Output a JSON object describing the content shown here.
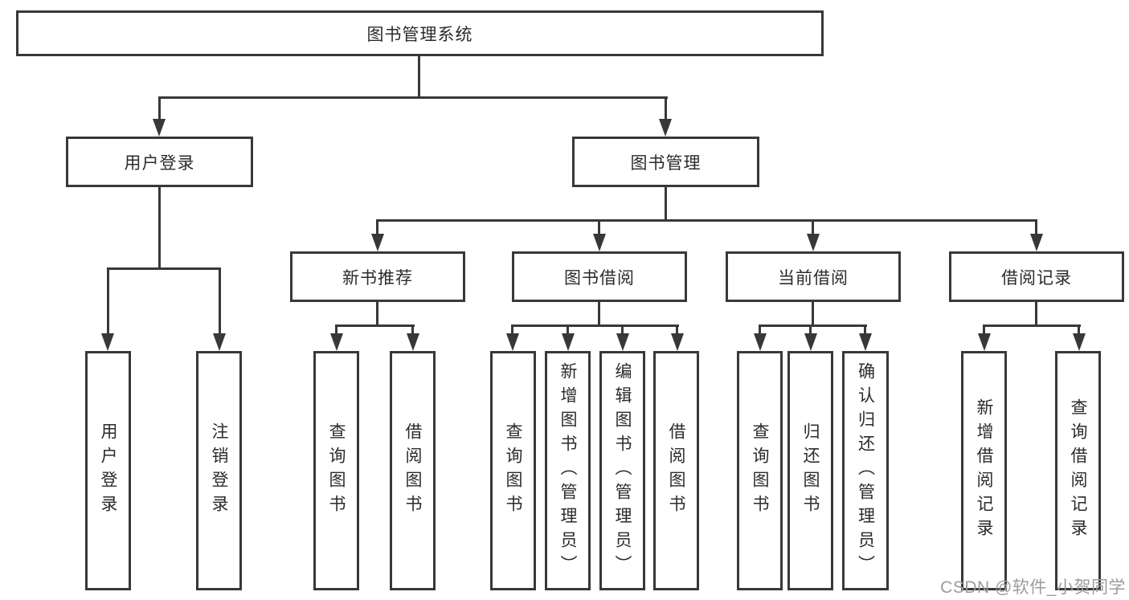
{
  "tree": {
    "root": {
      "label": "图书管理系统"
    },
    "user_login": {
      "label": "用户登录",
      "children": [
        {
          "label": "用户登录"
        },
        {
          "label": "注销登录"
        }
      ]
    },
    "book_mgmt": {
      "label": "图书管理",
      "modules": [
        {
          "label": "新书推荐",
          "children": [
            {
              "label": "查询图书"
            },
            {
              "label": "借阅图书"
            }
          ]
        },
        {
          "label": "图书借阅",
          "children": [
            {
              "label": "查询图书"
            },
            {
              "label": "新增图书（管理员）"
            },
            {
              "label": "编辑图书（管理员）"
            },
            {
              "label": "借阅图书"
            }
          ]
        },
        {
          "label": "当前借阅",
          "children": [
            {
              "label": "查询图书"
            },
            {
              "label": "归还图书"
            },
            {
              "label": "确认归还（管理员）"
            }
          ]
        },
        {
          "label": "借阅记录",
          "children": [
            {
              "label": "新增借阅记录"
            },
            {
              "label": "查询借阅记录"
            }
          ]
        }
      ]
    }
  },
  "watermark": {
    "text": "CSDN @软件_小贺同学",
    "color": "#9c9c9c"
  },
  "colors": {
    "line": "#383838",
    "text": "#2b2b2b",
    "background": "#ffffff"
  }
}
